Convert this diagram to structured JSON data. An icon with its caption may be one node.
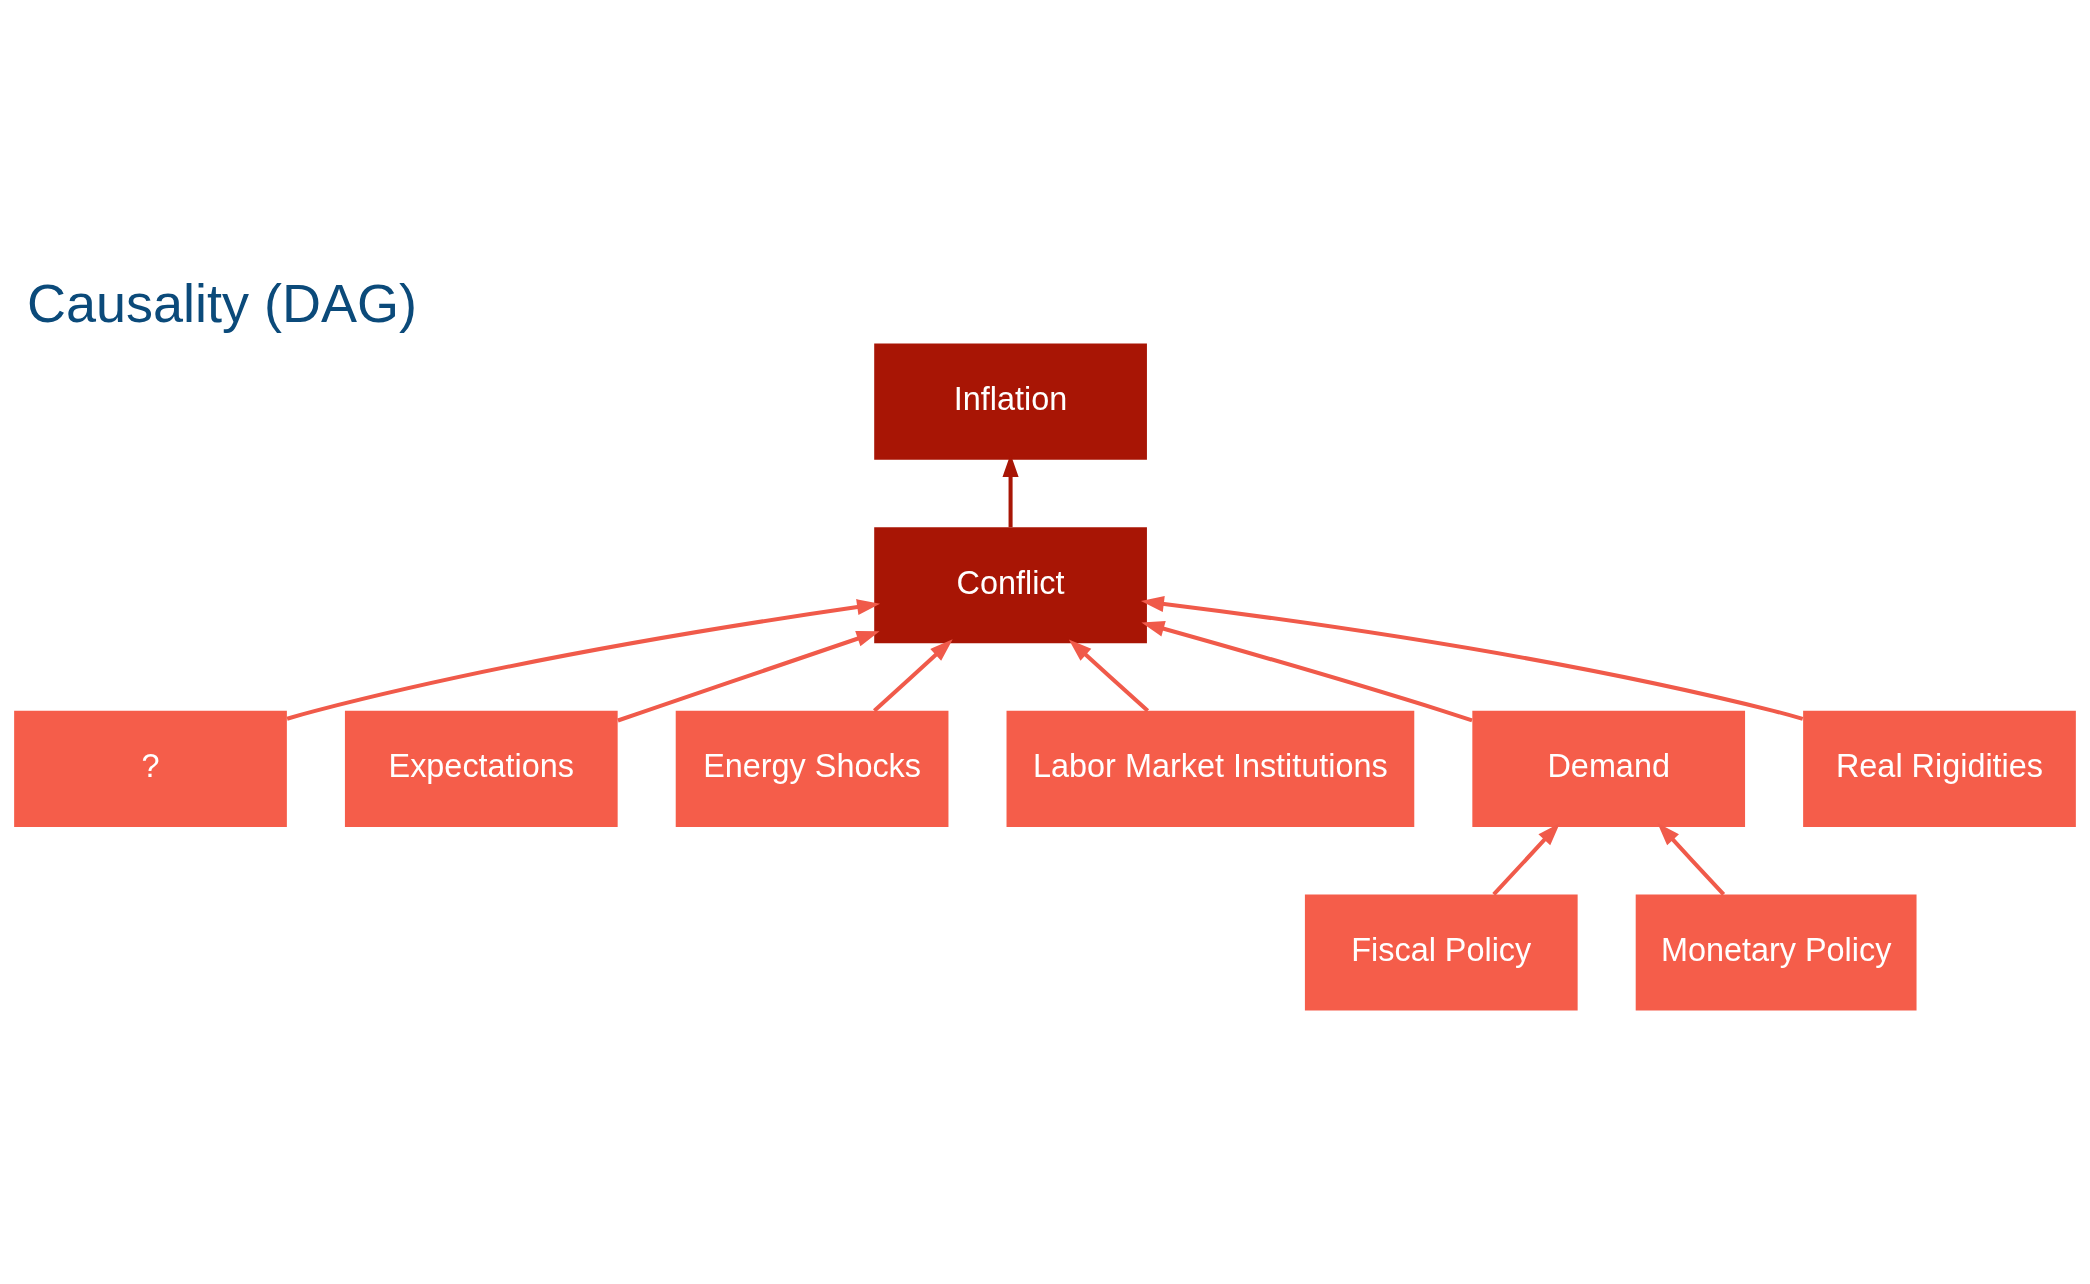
{
  "diagram": {
    "title": "Causality (DAG)",
    "nodes": [
      {
        "text": [
          "Inflation"
        ]
      },
      {
        "text": [
          "?"
        ]
      },
      {
        "text": [
          "Expectations"
        ]
      },
      {
        "text": [
          "Conflict"
        ]
      },
      {
        "text": [
          "Energy Shocks"
        ]
      },
      {
        "text": [
          "Labor Market Institutions"
        ]
      },
      {
        "text": [
          "Demand"
        ]
      },
      {
        "text": [
          "Real Rigidities"
        ]
      },
      {
        "text": [
          "Fiscal Policy"
        ]
      },
      {
        "text": [
          "Monetary Policy"
        ]
      }
    ],
    "edges": [
      {
        "from": 3,
        "to": 0,
        "arrow": "to",
        "color": "#a81505"
      },
      {
        "from": 2,
        "to": 3,
        "arrow": "to"
      },
      {
        "from": 1,
        "to": 3,
        "arrow": "to"
      },
      {
        "from": 4,
        "to": 3,
        "arrow": "to"
      },
      {
        "from": 5,
        "to": 3,
        "arrow": "to"
      },
      {
        "from": 6,
        "to": 3,
        "arrow": "to"
      },
      {
        "from": 7,
        "to": 3,
        "arrow": "to"
      },
      {
        "from": 8,
        "to": 6,
        "arrow": "to"
      },
      {
        "from": 9,
        "to": 6,
        "arrow": "to"
      }
    ]
  }
}
